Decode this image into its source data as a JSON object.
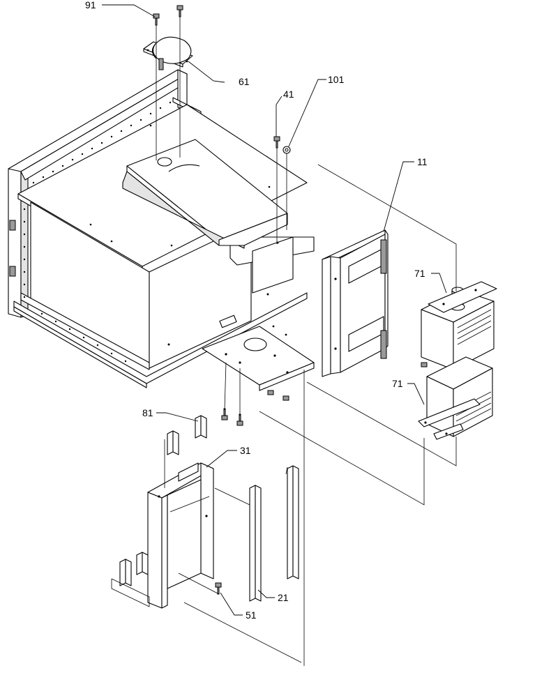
{
  "callouts": [
    {
      "id": "91",
      "label": "91"
    },
    {
      "id": "61",
      "label": "61"
    },
    {
      "id": "41",
      "label": "41"
    },
    {
      "id": "101",
      "label": "101"
    },
    {
      "id": "11",
      "label": "11"
    },
    {
      "id": "71a",
      "label": "71"
    },
    {
      "id": "71b",
      "label": "71"
    },
    {
      "id": "81",
      "label": "81"
    },
    {
      "id": "31",
      "label": "31"
    },
    {
      "id": "21",
      "label": "21"
    },
    {
      "id": "51",
      "label": "51"
    }
  ]
}
